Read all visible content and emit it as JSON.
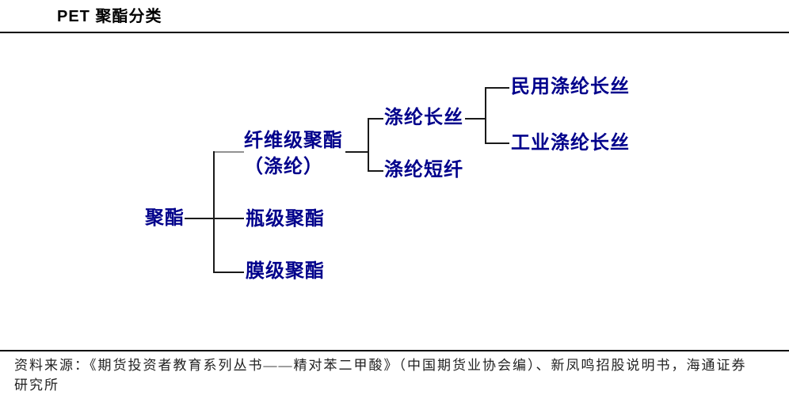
{
  "header": {
    "title": "PET 聚酯分类"
  },
  "tree": {
    "root": "聚酯",
    "children": [
      {
        "label": "纤维级聚酯",
        "sublabel": "（涤纶）",
        "children": [
          {
            "label": "涤纶长丝",
            "children": [
              {
                "label": "民用涤纶长丝"
              },
              {
                "label": "工业涤纶长丝"
              }
            ]
          },
          {
            "label": "涤纶短纤"
          }
        ]
      },
      {
        "label": "瓶级聚酯"
      },
      {
        "label": "膜级聚酯"
      }
    ]
  },
  "footer": {
    "source_line1": "资料来源：《期货投资者教育系列丛书——精对苯二甲酸》（中国期货业协会编）、新凤鸣招股说明书，海通证券",
    "source_line2": "研究所"
  },
  "colors": {
    "node_text": "#00008B",
    "connector_line": "#1a1a1a",
    "title_text": "#000000",
    "background": "#ffffff"
  }
}
